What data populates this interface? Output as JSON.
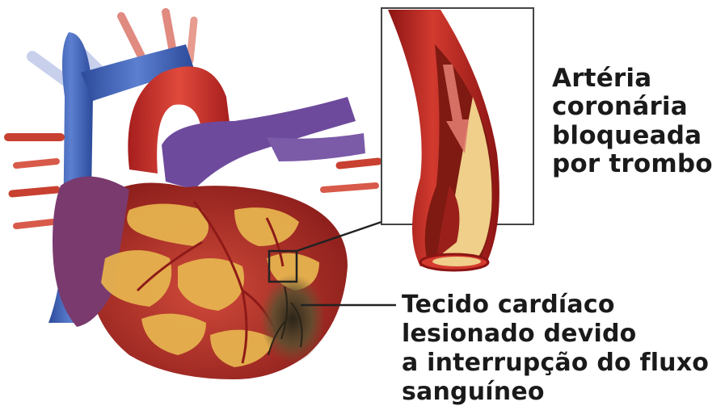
{
  "labels": {
    "artery": [
      "Artéria",
      "coronária",
      "bloqueada",
      "por trombo"
    ],
    "tissue": [
      "Tecido cardíaco",
      "lesionado devido",
      "a interrupção do fluxo",
      "sanguíneo"
    ]
  },
  "colors": {
    "vein_blue": "#3f5fb0",
    "aorta_red": "#c8302a",
    "myocardium": "#b3322c",
    "fat_yellow": "#e6b24e",
    "plaque": "#efcf8a",
    "purple_vessels": "#6e4a9c",
    "damaged_tissue": "#4a4030"
  }
}
